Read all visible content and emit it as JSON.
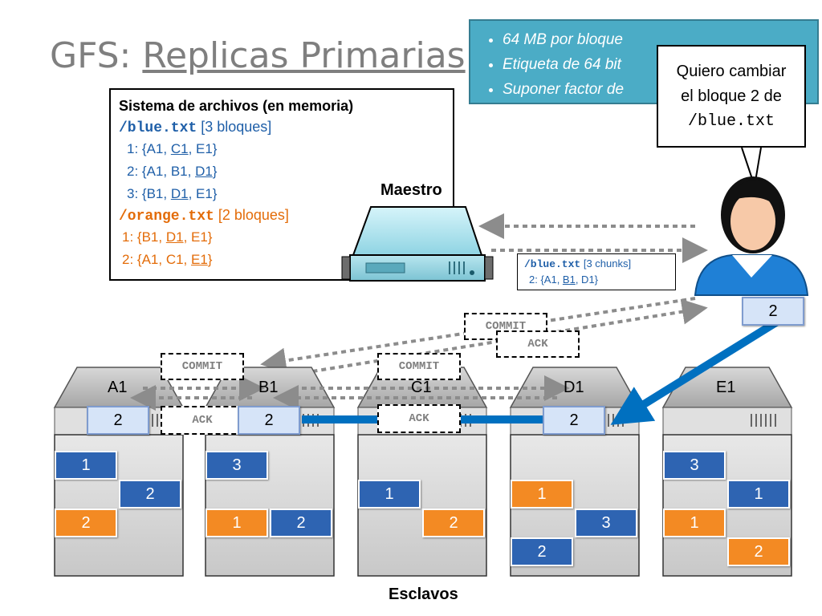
{
  "title": {
    "prefix": "GFS: ",
    "underlined": "Replicas Primarias"
  },
  "info_box": {
    "bullets": [
      "64 MB por bloque",
      "Etiqueta de 64 bit",
      "Suponer factor de"
    ]
  },
  "filesystem": {
    "header": "Sistema de archivos (en memoria)",
    "files": [
      {
        "name": "/blue.txt",
        "count": "[3 bloques]",
        "color": "#1f5fa8",
        "chunks": [
          {
            "pre": "1: {A1, ",
            "u": "C1",
            "post": ", E1}"
          },
          {
            "pre": "2: {A1, B1, ",
            "u": "D1",
            "post": "}"
          },
          {
            "pre": "3: {B1, ",
            "u": "D1",
            "post": ", E1}"
          }
        ]
      },
      {
        "name": "/orange.txt",
        "count": "[2 bloques]",
        "color": "#e36c09",
        "chunks": [
          {
            "pre": "1: {B1, ",
            "u": "D1",
            "post": ", E1}"
          },
          {
            "pre": "2: {A1, C1, ",
            "u": "E1",
            "post": "}"
          }
        ]
      }
    ]
  },
  "master_label": "Maestro",
  "speech": {
    "line1": "Quiero cambiar",
    "line2": "el bloque 2 de",
    "line3": "/blue.txt"
  },
  "reply": {
    "name": "/blue.txt",
    "count": "[3 chunks]",
    "pre": "2: {A1, ",
    "u": "B1",
    "post": ", D1}"
  },
  "user_chunk": "2",
  "messages": {
    "commit": "COMMIT",
    "ack": "ACK"
  },
  "slaves_label": "Esclavos",
  "servers": [
    {
      "name": "A1",
      "new_chunk": "2",
      "chunks": [
        {
          "label": "1",
          "color": "blue"
        },
        {
          "label": "2",
          "color": "blue"
        },
        {
          "label": "2",
          "color": "orange"
        }
      ]
    },
    {
      "name": "B1",
      "new_chunk": "2",
      "chunks": [
        {
          "label": "3",
          "color": "blue"
        },
        {
          "label": "1",
          "color": "orange"
        },
        {
          "label": "2",
          "color": "blue"
        }
      ]
    },
    {
      "name": "C1",
      "new_chunk": "",
      "chunks": [
        {
          "label": "1",
          "color": "blue"
        },
        {
          "label": "2",
          "color": "orange"
        }
      ]
    },
    {
      "name": "D1",
      "new_chunk": "2",
      "chunks": [
        {
          "label": "1",
          "color": "orange"
        },
        {
          "label": "3",
          "color": "blue"
        },
        {
          "label": "2",
          "color": "blue"
        }
      ]
    },
    {
      "name": "E1",
      "new_chunk": "",
      "chunks": [
        {
          "label": "3",
          "color": "blue"
        },
        {
          "label": "1",
          "color": "blue"
        },
        {
          "label": "1",
          "color": "orange"
        },
        {
          "label": "2",
          "color": "orange"
        }
      ]
    }
  ],
  "colors": {
    "blue": "#2e64b2",
    "orange": "#f38a23",
    "info_bg": "#4bacc6",
    "arrow_blue": "#0070c0"
  }
}
